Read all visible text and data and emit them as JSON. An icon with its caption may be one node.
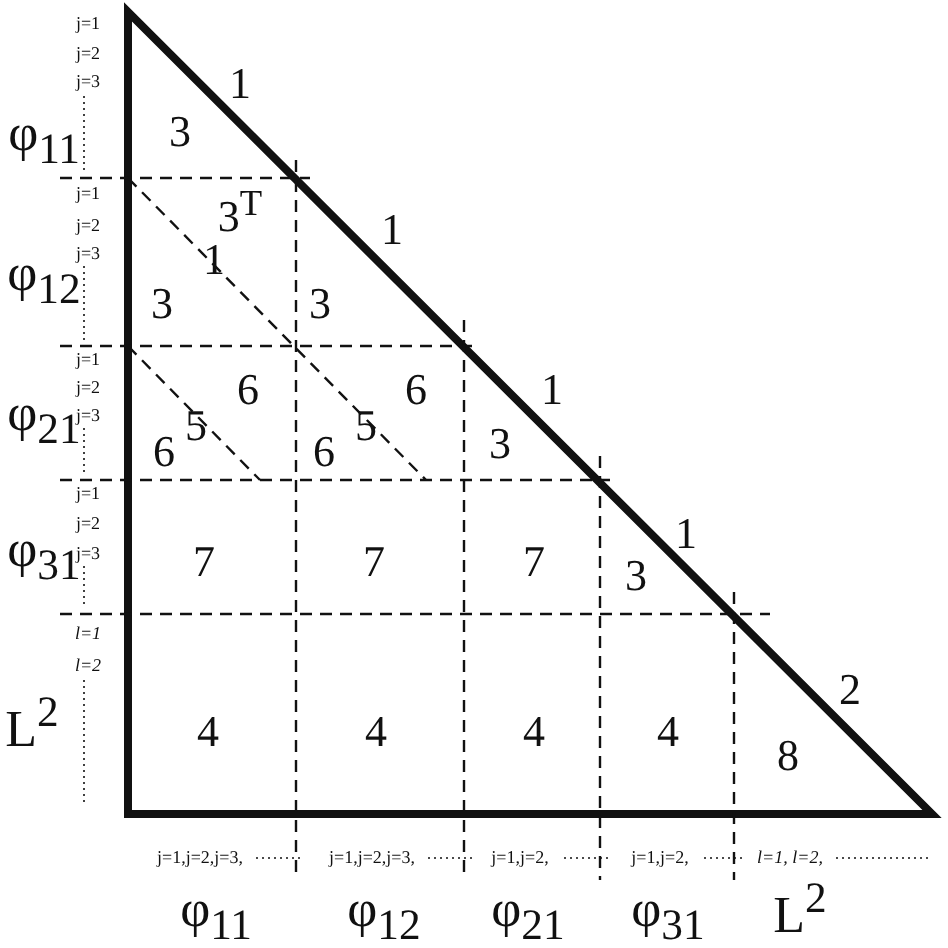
{
  "diagram": {
    "labels": [
      "j=1",
      "j=2",
      "j=3",
      "φ$_{11}$",
      "1",
      "3",
      "j=1",
      "3$^{T}$",
      "1",
      "j=2",
      "j=3",
      "1",
      "φ$_{12}$",
      "3",
      "3",
      "j=1",
      "6",
      "6",
      "1",
      "j=2",
      "5",
      "5",
      "j=3",
      "φ$_{21}$",
      "6",
      "6",
      "3",
      "j=1",
      "j=2",
      "1",
      "φ$_{31}$",
      "j=3",
      "7",
      "7",
      "7",
      "3",
      "l=1",
      "l=2",
      "2",
      "L$^{2}$",
      "4",
      "4",
      "4",
      "4",
      "8",
      "j=1,j=2,j=3,",
      "j=1,j=2,j=3,",
      "j=1,j=2,",
      "j=1,j=2,",
      "l=1, l=2,",
      "φ$_{11}$",
      "φ$_{12}$",
      "φ$_{21}$",
      "φ$_{31}$",
      "L$^{2}$"
    ]
  }
}
